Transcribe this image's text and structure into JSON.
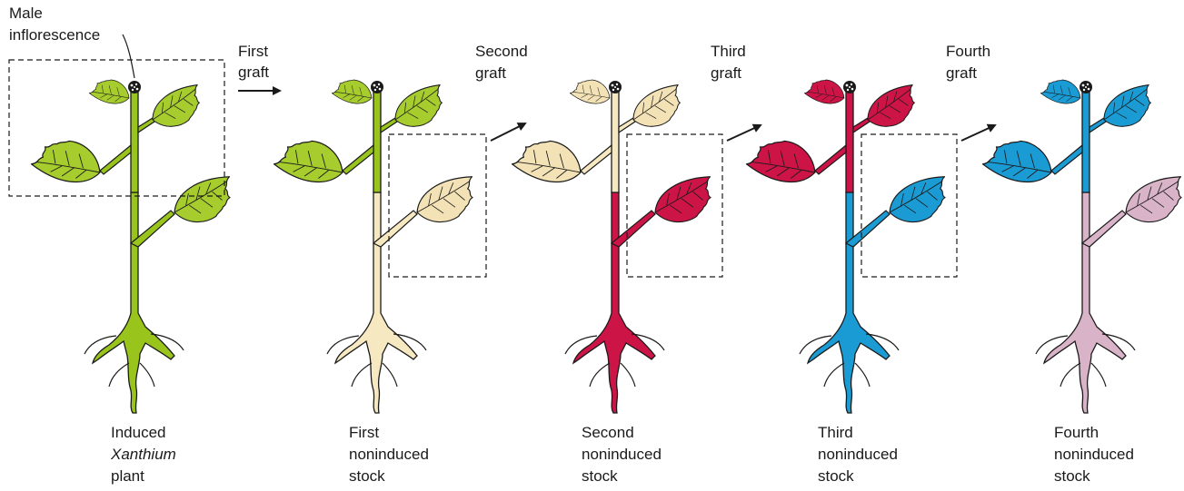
{
  "labels": {
    "male_inflorescence": [
      "Male",
      "inflorescence"
    ],
    "grafts": [
      [
        "First",
        "graft"
      ],
      [
        "Second",
        "graft"
      ],
      [
        "Third",
        "graft"
      ],
      [
        "Fourth",
        "graft"
      ]
    ]
  },
  "plants": [
    {
      "caption": [
        "Induced",
        "Xanthium",
        "plant"
      ],
      "top_color": "#98c41c",
      "top_leaf": "#a6cc2e",
      "bottom_color": "#98c41c",
      "bottom_leaf": "#a6cc2e",
      "branch_leaf": "#a6cc2e",
      "branch_color": "#98c41c"
    },
    {
      "caption": [
        "First",
        "noninduced",
        "stock"
      ],
      "top_color": "#98c41c",
      "top_leaf": "#a6cc2e",
      "bottom_color": "#f6e9c2",
      "bottom_leaf": "#f3e2b6",
      "branch_leaf": "#f3e2b6",
      "branch_color": "#f6e9c2"
    },
    {
      "caption": [
        "Second",
        "noninduced",
        "stock"
      ],
      "top_color": "#f6e9c2",
      "top_leaf": "#f3e2b6",
      "bottom_color": "#cc1446",
      "bottom_leaf": "#cc1446",
      "branch_leaf": "#cc1446",
      "branch_color": "#cc1446"
    },
    {
      "caption": [
        "Third",
        "noninduced",
        "stock"
      ],
      "top_color": "#cc1446",
      "top_leaf": "#cc1446",
      "bottom_color": "#1a9bd4",
      "bottom_leaf": "#1a9bd4",
      "branch_leaf": "#1a9bd4",
      "branch_color": "#1a9bd4"
    },
    {
      "caption": [
        "Fourth",
        "noninduced",
        "stock"
      ],
      "top_color": "#1a9bd4",
      "top_leaf": "#1a9bd4",
      "bottom_color": "#d9b3c8",
      "bottom_leaf": "#d9b3c8",
      "branch_leaf": "#d9b3c8",
      "branch_color": "#d9b3c8"
    }
  ]
}
